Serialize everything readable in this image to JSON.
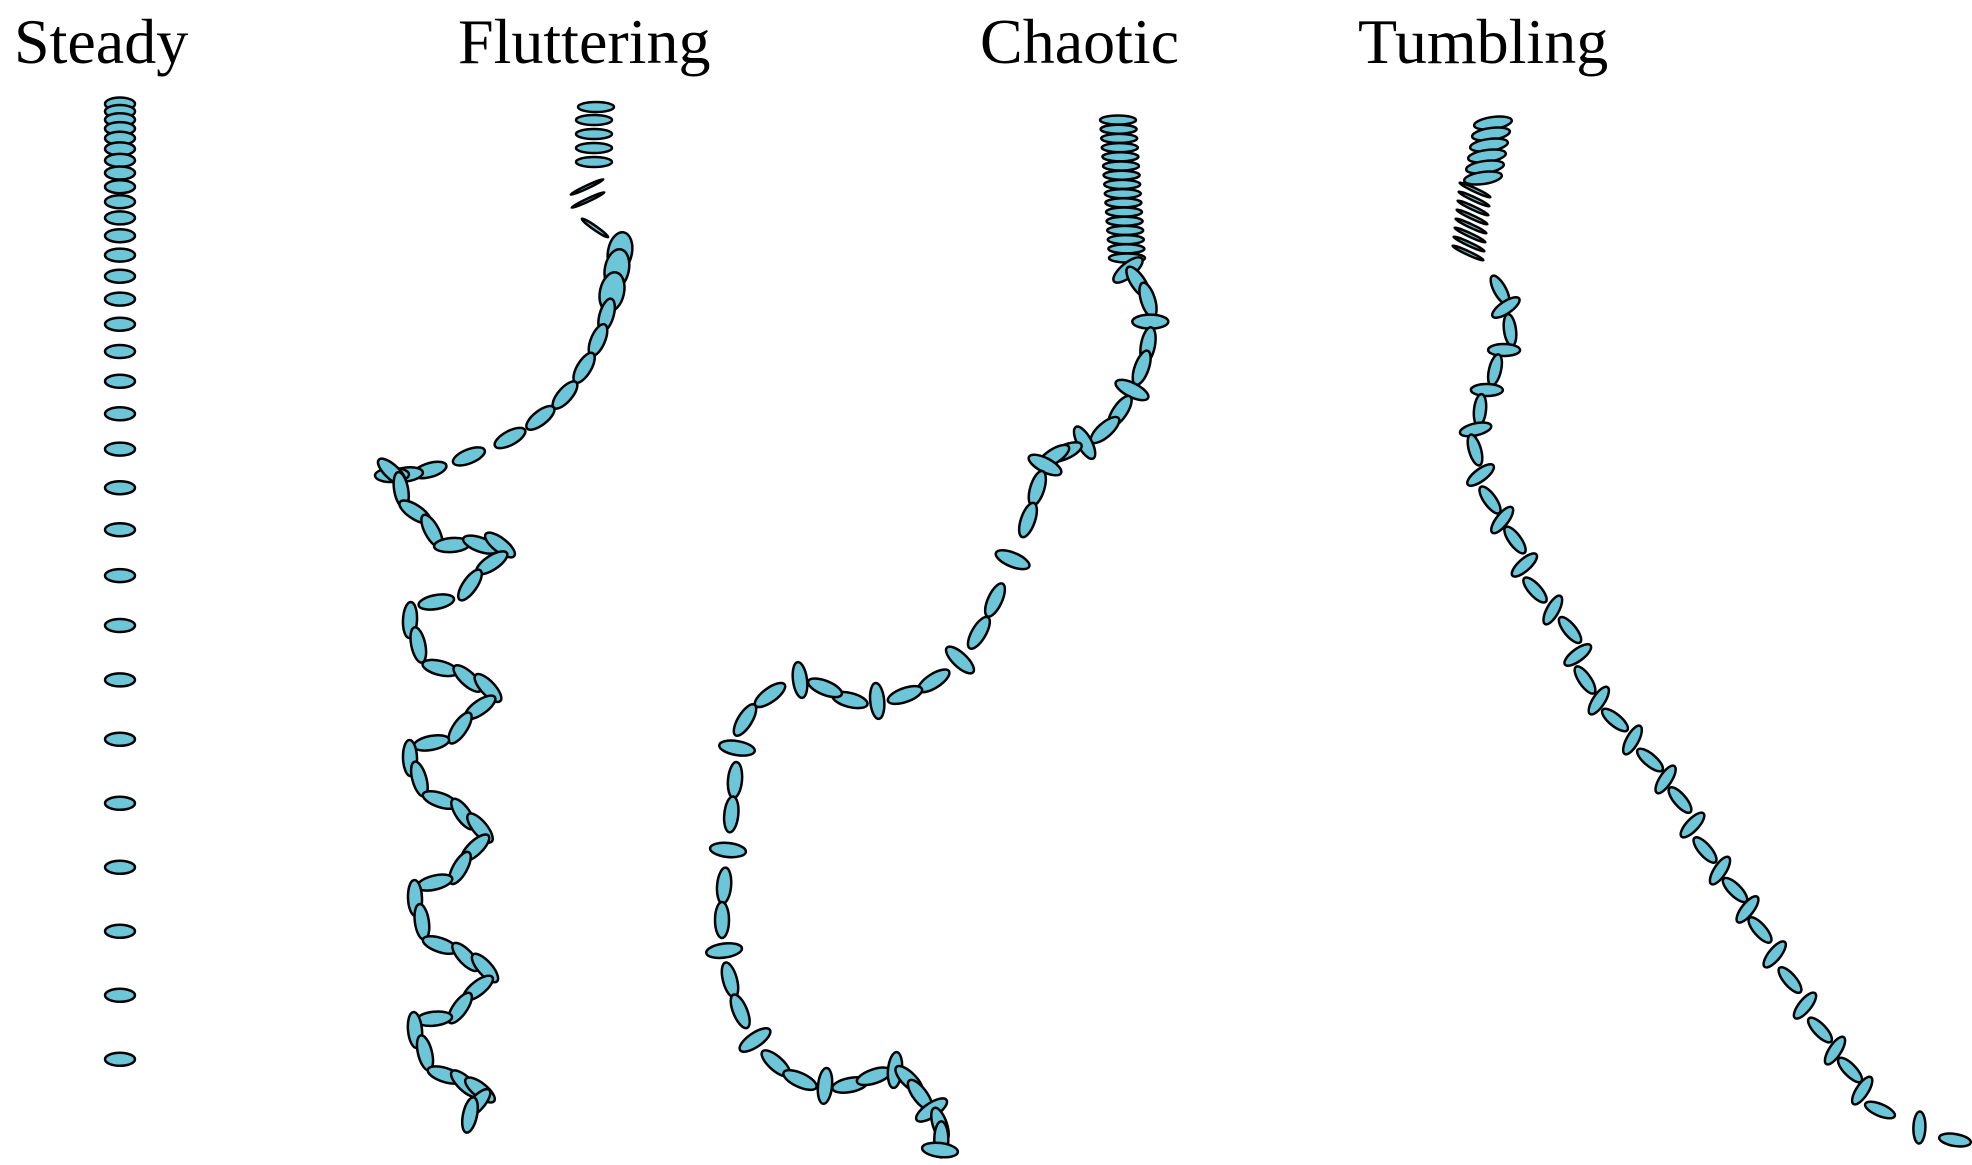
{
  "figure": {
    "disk_color": "#6cc6d8",
    "outline_color": "#000000",
    "panels": [
      {
        "id": "steady",
        "title": "Steady"
      },
      {
        "id": "fluttering",
        "title": "Fluttering"
      },
      {
        "id": "chaotic",
        "title": "Chaotic"
      },
      {
        "id": "tumbling",
        "title": "Tumbling"
      }
    ]
  }
}
